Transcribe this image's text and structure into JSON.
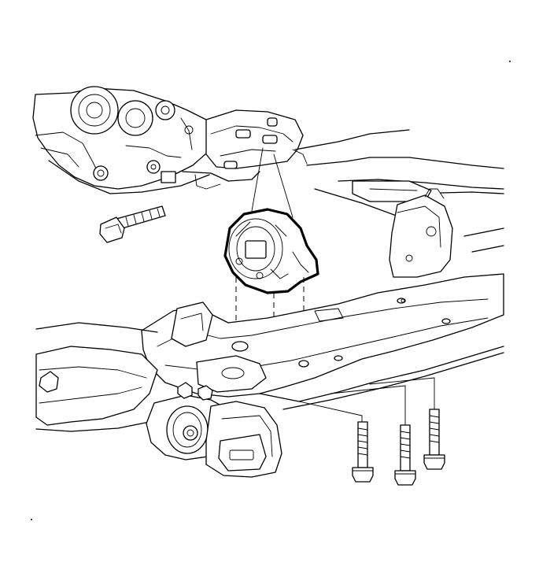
{
  "diagram": {
    "parts": [
      {
        "id": "transaxle",
        "icon": "transaxle-case-icon"
      },
      {
        "id": "transaxle-bracket",
        "icon": "bracket-icon"
      },
      {
        "id": "mount-bolt-upper",
        "icon": "bolt-icon"
      },
      {
        "id": "transaxle-mount",
        "icon": "mount-icon",
        "highlight": true
      },
      {
        "id": "frame",
        "icon": "frame-icon"
      },
      {
        "id": "front-mount",
        "icon": "bushing-mount-icon"
      },
      {
        "id": "rear-mount-bracket",
        "icon": "bracket-icon"
      },
      {
        "id": "mount-bolts-lower",
        "icon": "bolt-icon",
        "count": 3
      }
    ],
    "colors": {
      "line": "#000000",
      "background": "#ffffff"
    }
  }
}
